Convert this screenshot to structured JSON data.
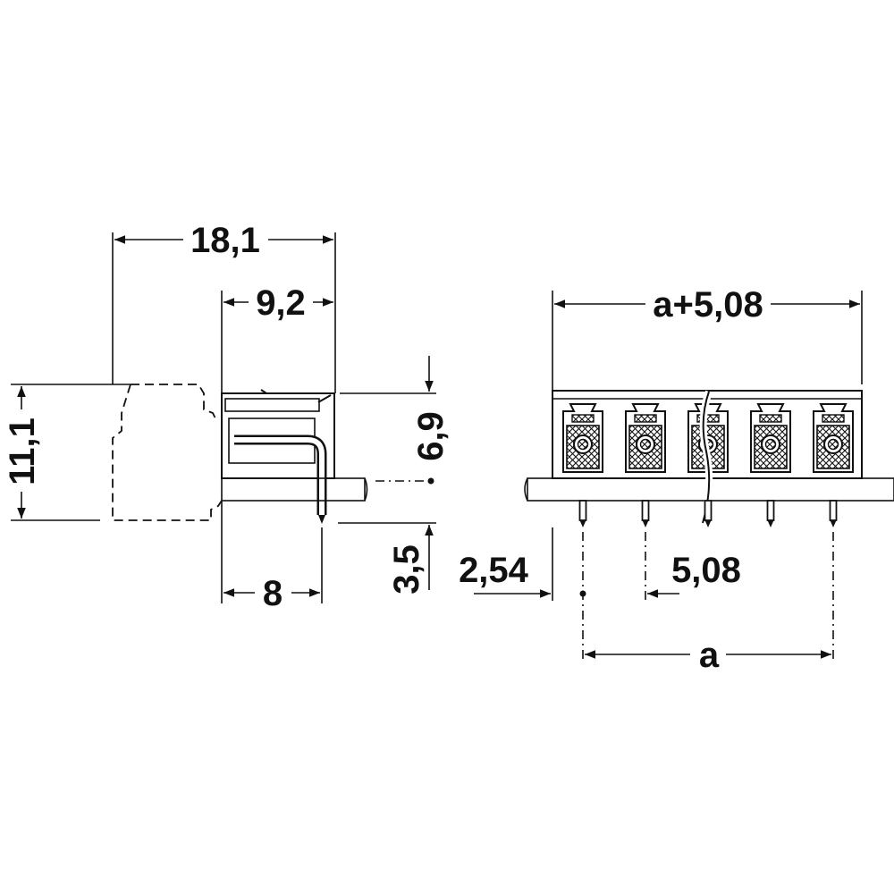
{
  "dimensions": {
    "side_total_width": "18,1",
    "side_body_width": "9,2",
    "side_total_height": "11,1",
    "side_body_height": "6,9",
    "side_pin_spacing": "8",
    "side_pin_length": "3,5",
    "front_total_width": "a+5,08",
    "front_edge_offset": "2,54",
    "front_pitch": "5,08",
    "front_pin_span": "a"
  },
  "front_view": {
    "pin_count": 5
  }
}
